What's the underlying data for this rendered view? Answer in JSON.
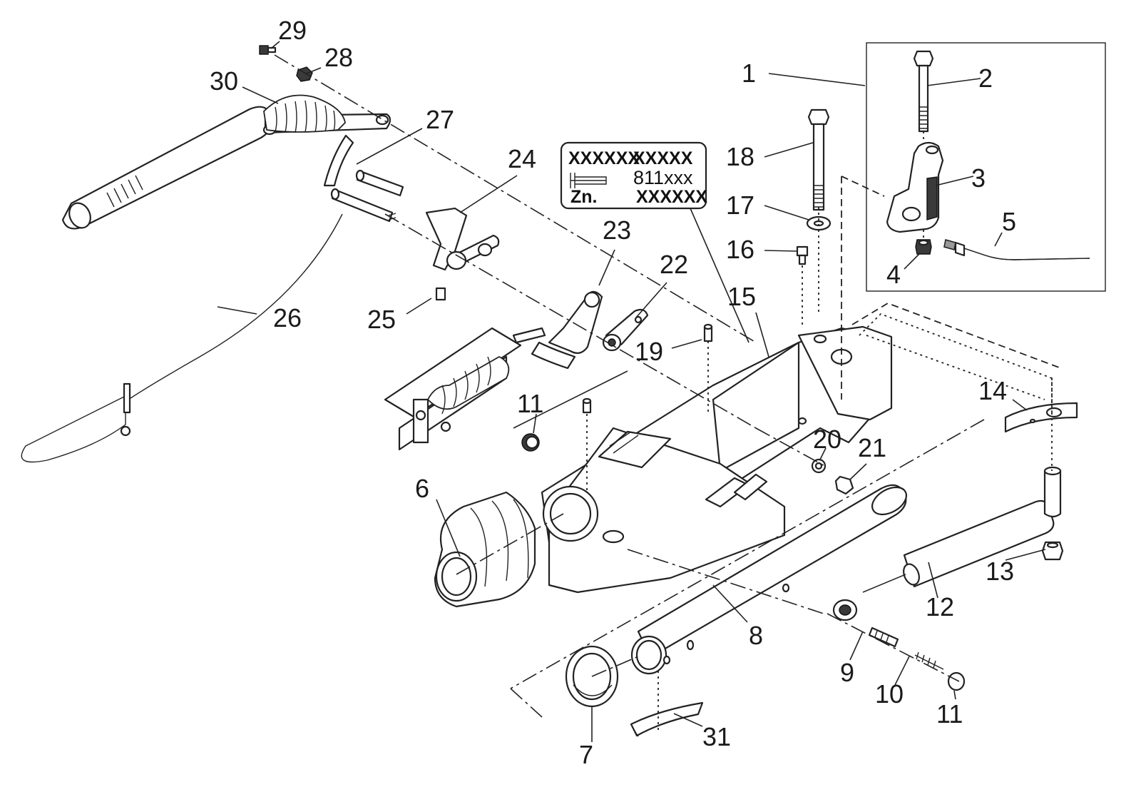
{
  "callouts": [
    {
      "id": "1",
      "label": "1"
    },
    {
      "id": "2",
      "label": "2"
    },
    {
      "id": "3",
      "label": "3"
    },
    {
      "id": "4",
      "label": "4"
    },
    {
      "id": "5",
      "label": "5"
    },
    {
      "id": "6",
      "label": "6"
    },
    {
      "id": "7",
      "label": "7"
    },
    {
      "id": "8",
      "label": "8"
    },
    {
      "id": "9",
      "label": "9"
    },
    {
      "id": "10",
      "label": "10"
    },
    {
      "id": "11a",
      "label": "11"
    },
    {
      "id": "11b",
      "label": "11"
    },
    {
      "id": "12",
      "label": "12"
    },
    {
      "id": "13",
      "label": "13"
    },
    {
      "id": "14",
      "label": "14"
    },
    {
      "id": "15",
      "label": "15"
    },
    {
      "id": "16",
      "label": "16"
    },
    {
      "id": "17",
      "label": "17"
    },
    {
      "id": "18",
      "label": "18"
    },
    {
      "id": "19",
      "label": "19"
    },
    {
      "id": "20",
      "label": "20"
    },
    {
      "id": "21",
      "label": "21"
    },
    {
      "id": "22",
      "label": "22"
    },
    {
      "id": "23",
      "label": "23"
    },
    {
      "id": "24",
      "label": "24"
    },
    {
      "id": "25",
      "label": "25"
    },
    {
      "id": "26",
      "label": "26"
    },
    {
      "id": "27",
      "label": "27"
    },
    {
      "id": "28",
      "label": "28"
    },
    {
      "id": "29",
      "label": "29"
    },
    {
      "id": "30",
      "label": "30"
    },
    {
      "id": "31",
      "label": "31"
    }
  ],
  "plate": {
    "line1_left": "XXXXXX",
    "line1_right": "XXXXX",
    "line2_code": "811xxx",
    "line3_label": "Zn.",
    "line3_value": "XXXXXX"
  }
}
